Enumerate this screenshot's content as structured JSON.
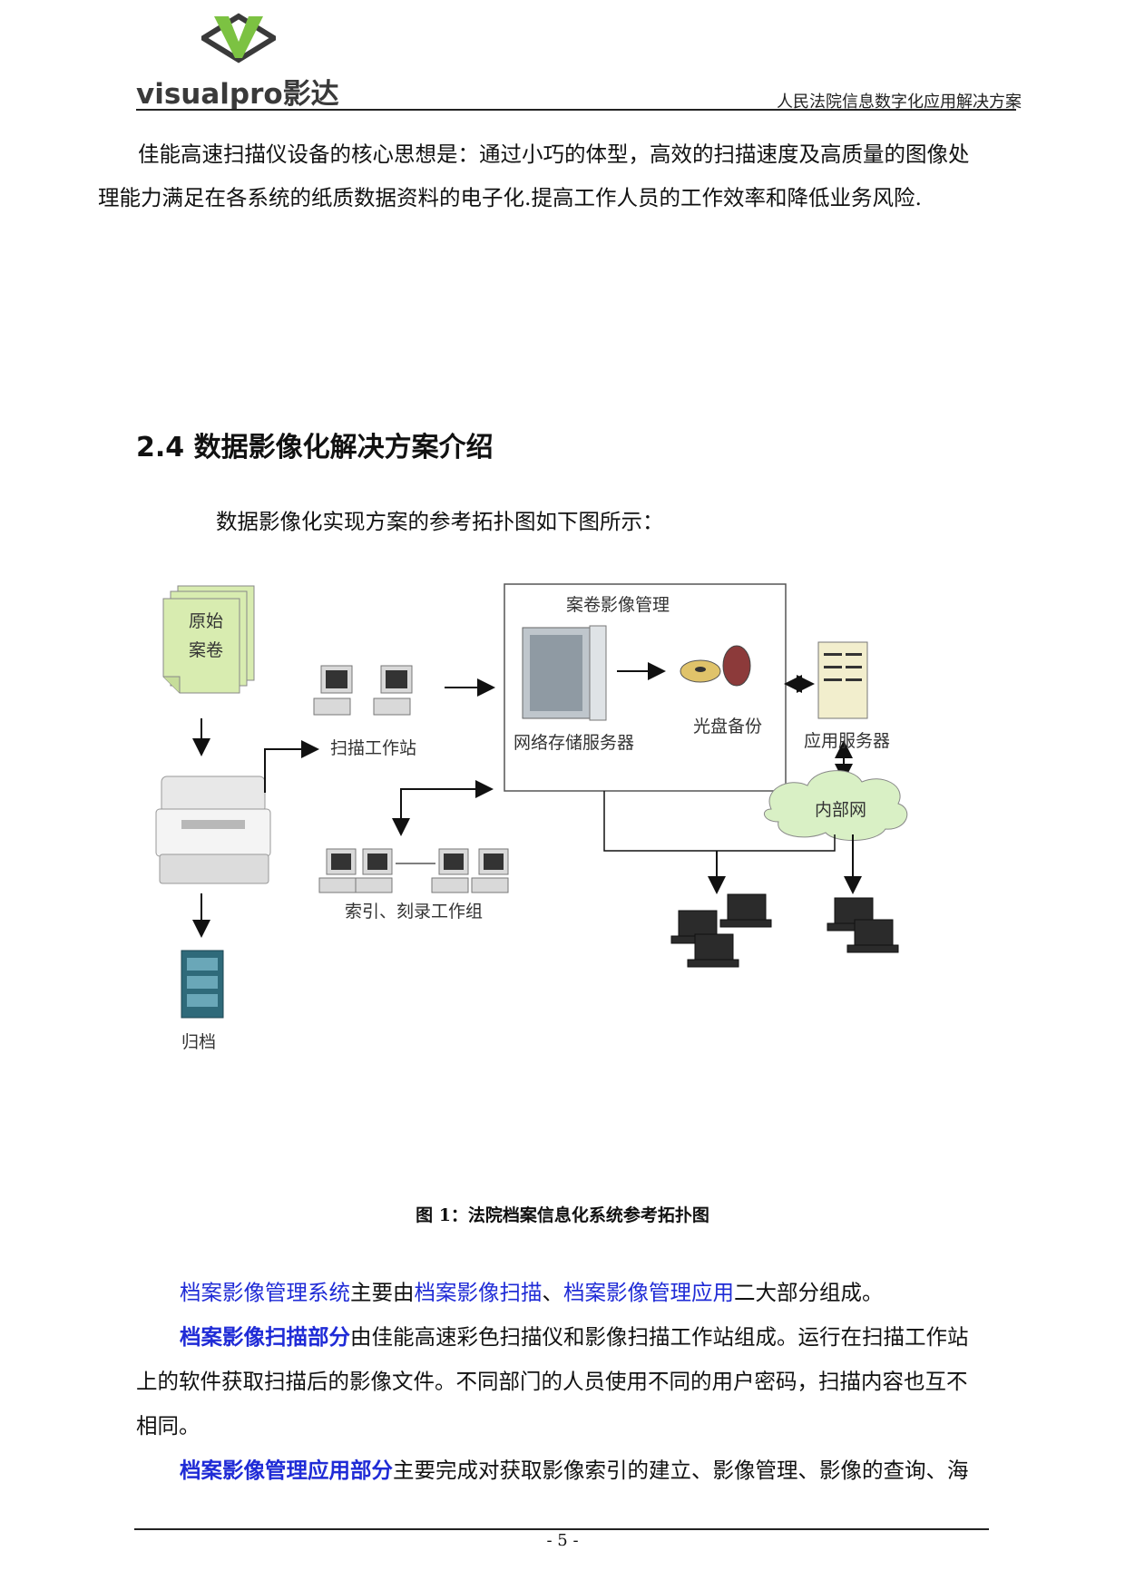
{
  "header": {
    "logo_text": "visualpro影达",
    "title": "人民法院信息数字化应用解决方案"
  },
  "intro": {
    "line1": "佳能高速扫描仪设备的核心思想是：通过小巧的体型，高效的扫描速度及高质量的图像处",
    "line2": "理能力满足在各系统的纸质数据资料的电子化.提高工作人员的工作效率和降低业务风险."
  },
  "section": {
    "heading": "2.4 数据影像化解决方案介绍",
    "lead": "数据影像化实现方案的参考拓扑图如下图所示："
  },
  "diagram": {
    "original_docs": "原始",
    "original_docs_2": "案卷",
    "scan_workstation": "扫描工作站",
    "image_management": "案卷影像管理",
    "network_storage": "网络存储服务器",
    "disc_backup": "光盘备份",
    "app_server": "应用服务器",
    "intranet": "内部网",
    "index_group": "索引、刻录工作组",
    "archive": "归档"
  },
  "figure": {
    "caption": "图 1：法院档案信息化系统参考拓扑图"
  },
  "body": {
    "p1_link1": "档案影像管理系统",
    "p1_t1": "主要由",
    "p1_link2": "档案影像扫描",
    "p1_t2": "、",
    "p1_link3": "档案影像管理应用",
    "p1_t3": "二大部分组成。",
    "p2_bold": "档案影像扫描部分",
    "p2_t1": "由佳能高速彩色扫描仪和影像扫描工作站组成。运行在扫描工作站",
    "p2_t2": "上的软件获取扫描后的影像文件。不同部门的人员使用不同的用户密码，扫描内容也互不",
    "p2_t3": "相同。",
    "p3_bold": "档案影像管理应用部分",
    "p3_t1": "主要完成对获取影像索引的建立、影像管理、影像的查询、海"
  },
  "footer": {
    "page": "- 5 -"
  },
  "colors": {
    "link_blue": "#1f2bd6",
    "logo_green": "#7cc242",
    "doc_green": "#d8ecb0"
  }
}
